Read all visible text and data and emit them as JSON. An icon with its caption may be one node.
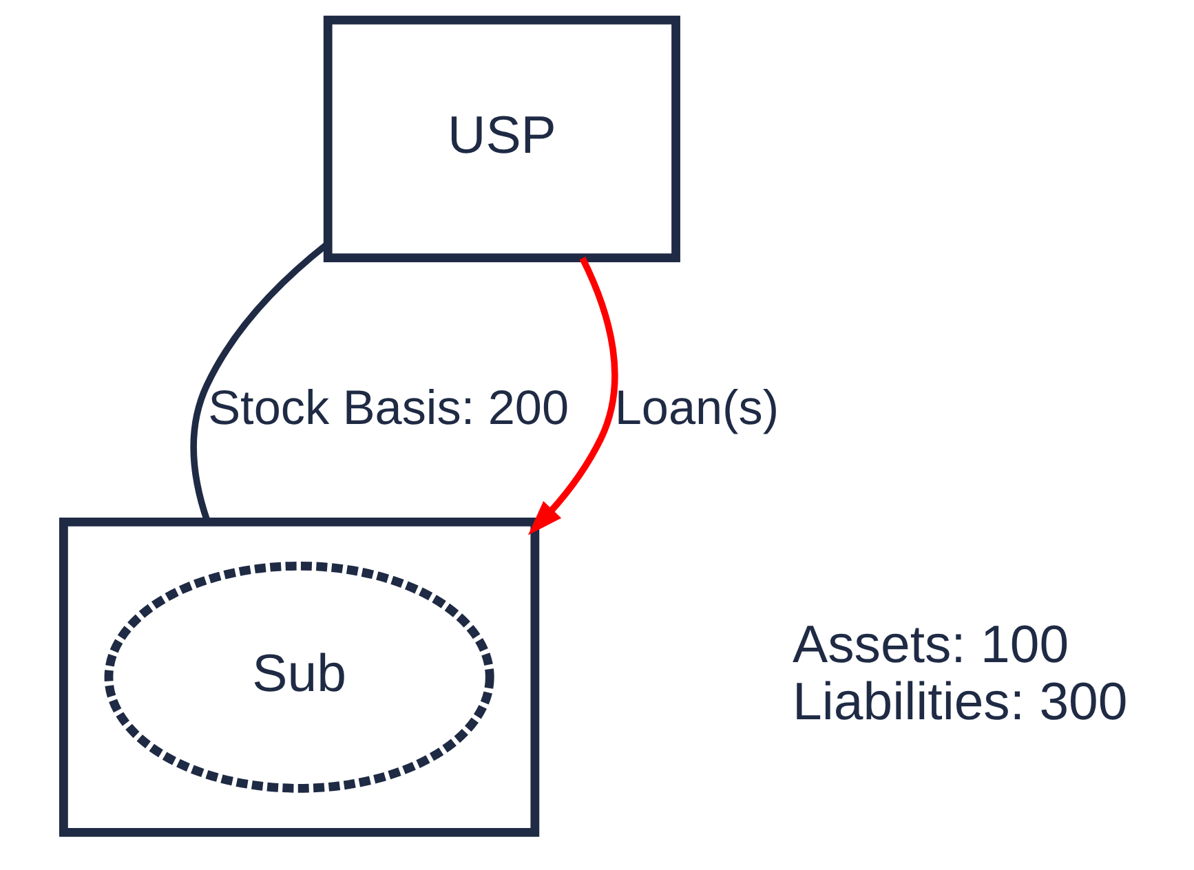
{
  "diagram": {
    "nodes": [
      {
        "text": [
          "USP"
        ]
      },
      {
        "text": [],
        "shape": "box",
        "beside": [
          "Assets: 100",
          "Liabilities: 300"
        ]
      },
      {
        "text": [
          "Sub"
        ],
        "in": 1
      }
    ],
    "edges": [
      {
        "from": 0,
        "to": 1,
        "arrow": "none",
        "label": "Stock Basis: 200"
      },
      {
        "from": 0,
        "to": 1,
        "arrow": "to",
        "label": "Loan(s)",
        "color": "#ff0000"
      }
    ]
  }
}
